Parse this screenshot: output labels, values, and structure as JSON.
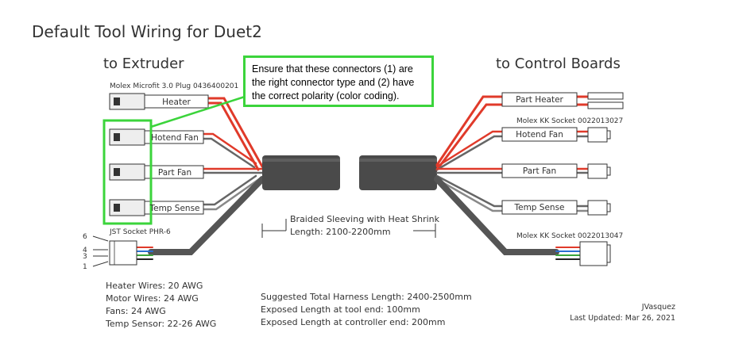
{
  "title": "Default Tool Wiring for Duet2",
  "left_section": "to Extruder",
  "right_section": "to Control Boards",
  "callout": "Ensure that these connectors (1) are the right connector type and (2) have the correct polarity (color coding).",
  "left_connectors": {
    "microfit_label": "Molex Microfit 3.0 Plug 0436400201",
    "jst_label": "JST Socket PHR-6",
    "heater": "Heater",
    "hotend_fan": "Hotend Fan",
    "part_fan": "Part Fan",
    "temp_sense": "Temp Sense",
    "pins": [
      "6",
      "4",
      "3",
      "1"
    ]
  },
  "right_connectors": {
    "part_heater": "Part Heater",
    "kk_label_top": "Molex KK Socket 0022013027",
    "hotend_fan": "Hotend Fan",
    "part_fan": "Part Fan",
    "temp_sense": "Temp Sense",
    "kk_label_bottom": "Molex KK Socket 0022013047"
  },
  "sleeve": {
    "label": "Braided Sleeving with Heat Shrink",
    "length": "Length: 2100-2200mm"
  },
  "wire_gauges": [
    "Heater Wires: 20 AWG",
    "Motor Wires: 24 AWG",
    "Fans: 24 AWG",
    "Temp Sensor: 22-26 AWG"
  ],
  "harness_notes": [
    "Suggested Total Harness Length: 2400-2500mm",
    "Exposed Length at tool end: 100mm",
    "Exposed Length at controller end: 200mm"
  ],
  "author": "JVasquez",
  "updated": "Last Updated: Mar 26, 2021",
  "colors": {
    "red": "#e03a2a",
    "gray": "#555555",
    "callout_border": "#3bd43b",
    "sleeve": "#4a4a4a"
  }
}
